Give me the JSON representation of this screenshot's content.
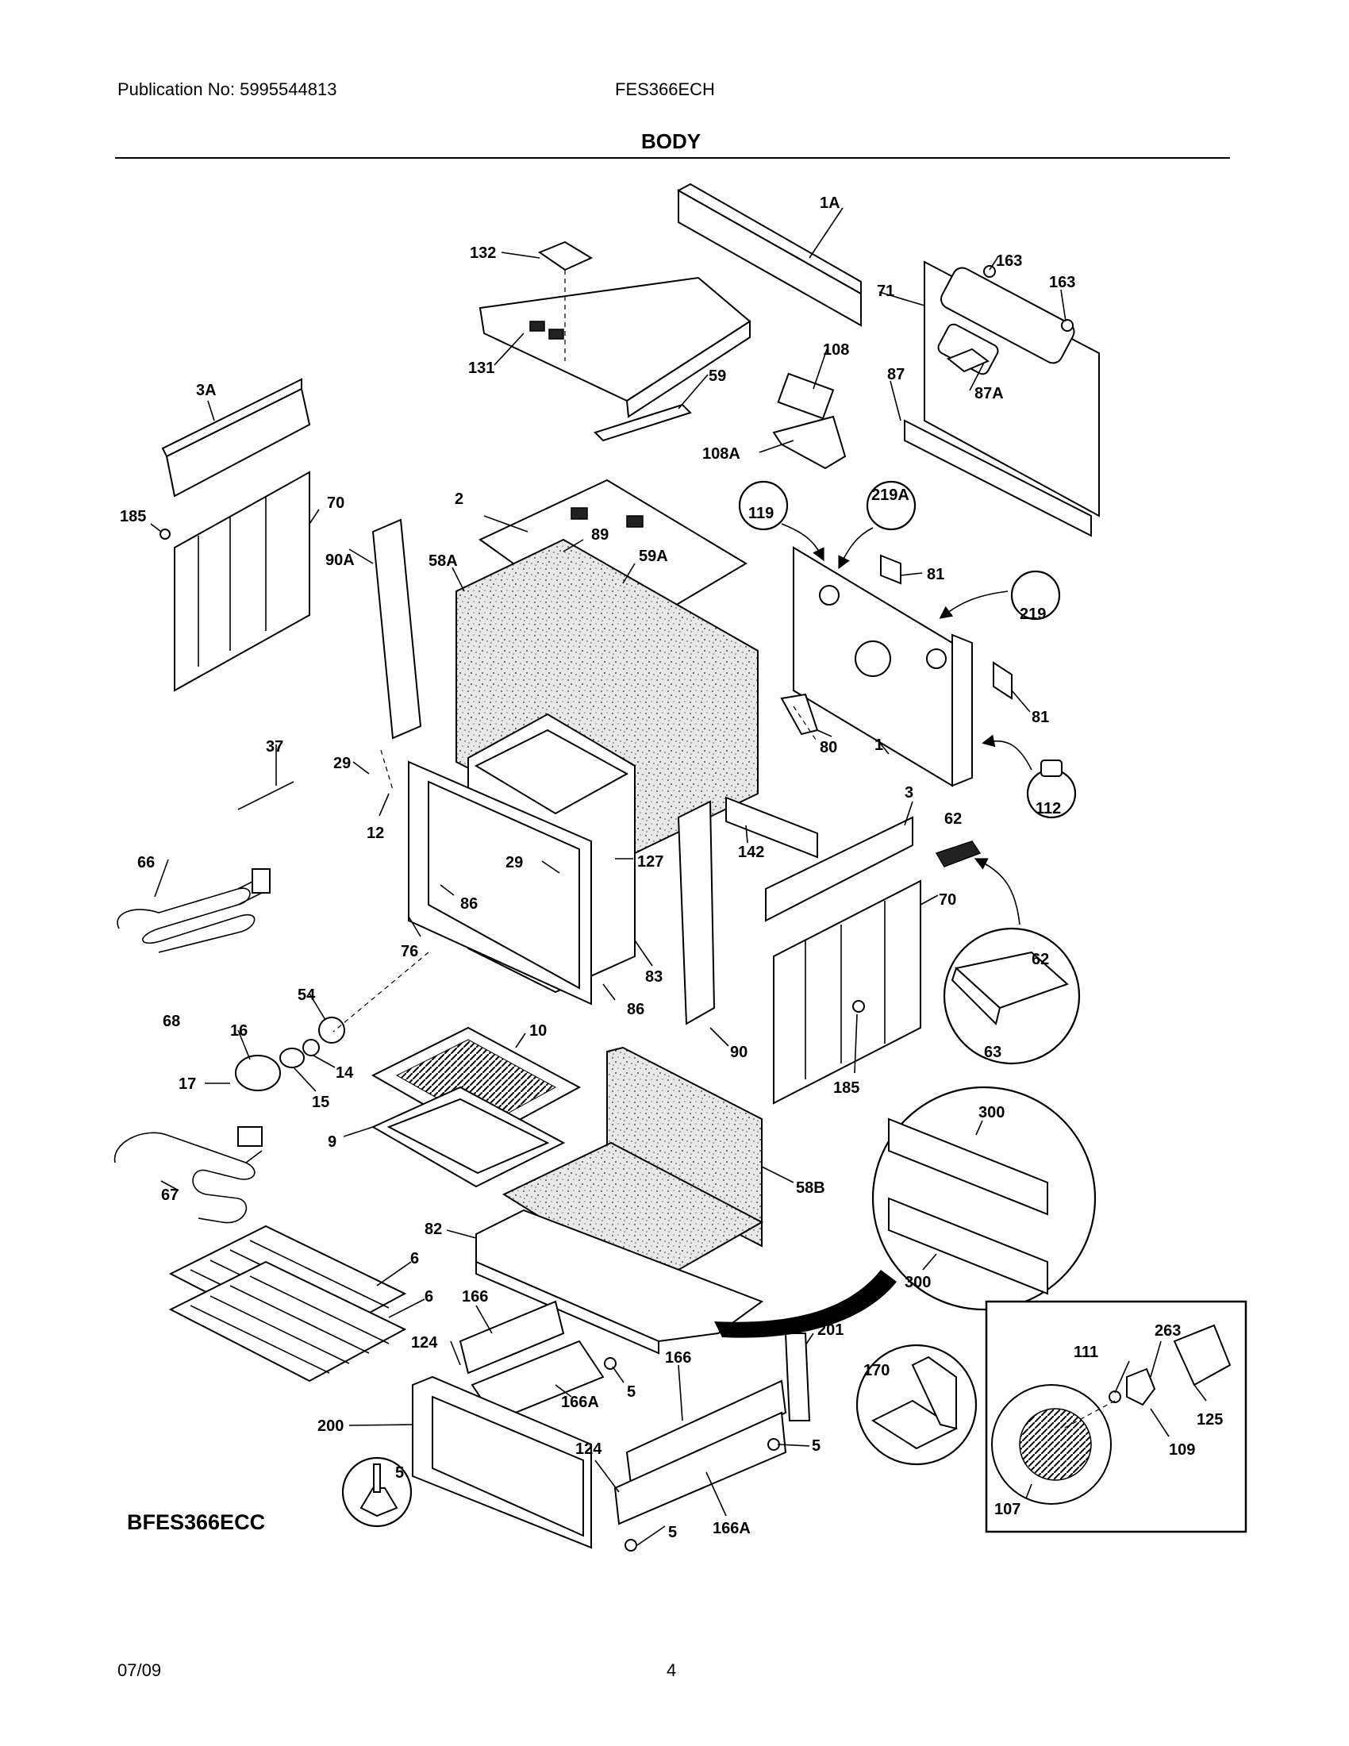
{
  "header": {
    "publication": "Publication No: 5995544813",
    "model": "FES366ECH",
    "section_title": "BODY"
  },
  "diagram": {
    "model_code": "BFES366ECC",
    "callouts": [
      "1A",
      "132",
      "131",
      "59",
      "108",
      "108A",
      "163",
      "163",
      "71",
      "87",
      "87A",
      "3A",
      "185",
      "70",
      "2",
      "89",
      "59A",
      "90A",
      "58A",
      "119",
      "219A",
      "81",
      "219",
      "81",
      "80",
      "1",
      "112",
      "37",
      "29",
      "12",
      "127",
      "29",
      "86",
      "76",
      "142",
      "3",
      "62",
      "70",
      "66",
      "83",
      "86",
      "90",
      "62",
      "63",
      "185",
      "54",
      "16",
      "14",
      "15",
      "17",
      "10",
      "68",
      "9",
      "58B",
      "300",
      "300",
      "67",
      "82",
      "6",
      "6",
      "166",
      "124",
      "201",
      "5",
      "166",
      "170",
      "263",
      "111",
      "125",
      "200",
      "166A",
      "124",
      "5",
      "109",
      "107",
      "5",
      "5",
      "166A"
    ]
  },
  "footer": {
    "date": "07/09",
    "page_number": "4"
  }
}
